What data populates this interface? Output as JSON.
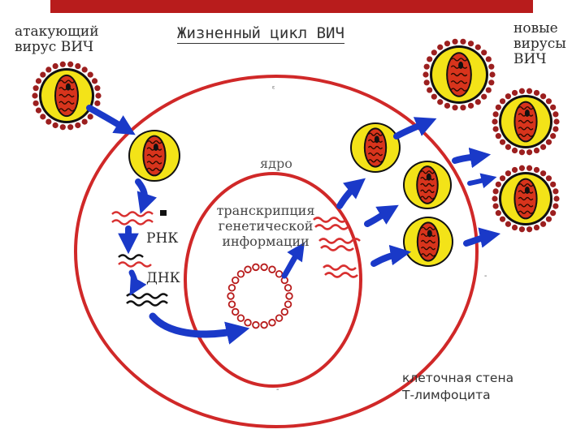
{
  "title": "Жизненный цикл ВИЧ",
  "labels": {
    "attacking_line1": "атакующий",
    "attacking_line2": "вирус ВИЧ",
    "new_line1": "новые",
    "new_line2": "вирусы",
    "new_line3": "ВИЧ",
    "nucleus": "ядро",
    "rna": "РНК",
    "dna": "ДНК",
    "transcription_line1": "транскрипция",
    "transcription_line2": "генетической",
    "transcription_line3": "информации",
    "cell_wall_line1": "клеточная стена",
    "cell_wall_line2": "Т-лимфоцита"
  },
  "colors": {
    "membrane": "#d02828",
    "arrow": "#1a39c8",
    "capsid_yellow": "#f3e318",
    "core_red": "#d8341c",
    "rna_wave": "#d83030",
    "dna_wave": "#111111",
    "spike": "#9c1f1f"
  }
}
